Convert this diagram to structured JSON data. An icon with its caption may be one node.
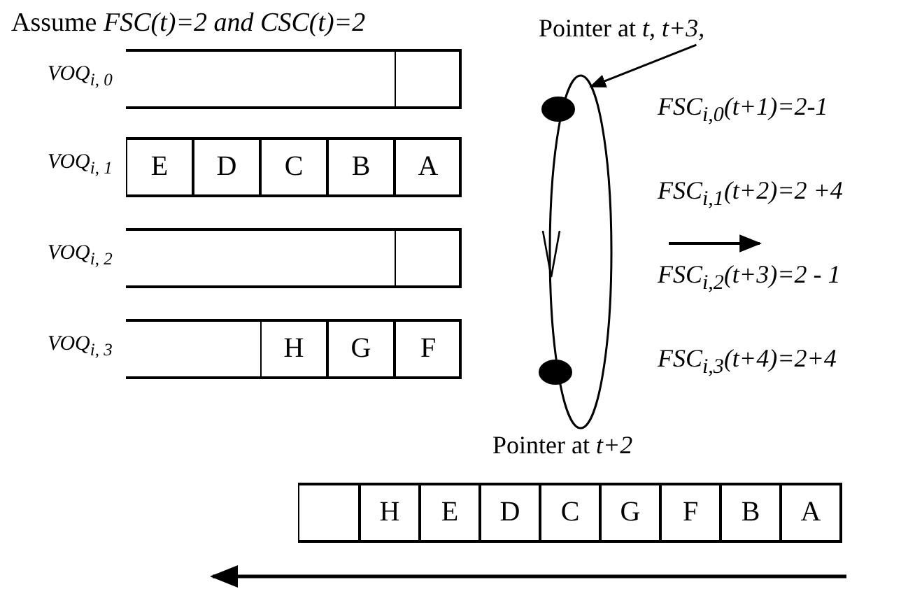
{
  "diagram": {
    "title": "Assume *FSC(t)=2 and CSC(t)=2*",
    "nodes": [
      {
        "text": [
          "Pointer at *t, t+3,*"
        ]
      },
      {
        "text": [],
        "shape": "ellipse"
      },
      {
        "text": [],
        "shape": "bar",
        "beside": [
          "VOQ$_{i, 0}$"
        ]
      },
      {
        "text": [],
        "shape": "box",
        "in": 2
      },
      {
        "text": [],
        "shape": "bar",
        "beside": [
          "VOQ$_{i, 1}$"
        ]
      },
      {
        "text": [
          "E"
        ],
        "in": 4
      },
      {
        "text": [
          "D"
        ],
        "in": 4
      },
      {
        "text": [
          "C"
        ],
        "in": 4
      },
      {
        "text": [
          "B"
        ],
        "in": 4
      },
      {
        "text": [
          "A"
        ],
        "in": 4
      },
      {
        "text": [],
        "shape": "bar",
        "beside": [
          "VOQ$_{i, 2}$"
        ]
      },
      {
        "text": [],
        "shape": "box",
        "in": 10
      },
      {
        "text": [],
        "shape": "bar",
        "beside": [
          "VOQ$_{i, 3}$"
        ]
      },
      {
        "text": [
          "H"
        ],
        "in": 12
      },
      {
        "text": [
          "G"
        ],
        "in": 12
      },
      {
        "text": [
          "F"
        ],
        "in": 12
      },
      {
        "text": [],
        "shape": "bar"
      },
      {
        "text": [],
        "shape": "box",
        "in": 16
      },
      {
        "text": [
          "H"
        ],
        "in": 16
      },
      {
        "text": [
          "E"
        ],
        "in": 16
      },
      {
        "text": [
          "D"
        ],
        "in": 16
      },
      {
        "text": [
          "C"
        ],
        "in": 16
      },
      {
        "text": [
          "G"
        ],
        "in": 16
      },
      {
        "text": [
          "F"
        ],
        "in": 16
      },
      {
        "text": [
          "B"
        ],
        "in": 16
      },
      {
        "text": [
          "A"
        ],
        "in": 16
      }
    ],
    "edges": [
      {
        "from": 0,
        "to": 1,
        "arrow": "to"
      }
    ],
    "labels": [
      "FSC$_{i,0}$(t+1)=2-1",
      "FSC$_{i,1}$(t+2)=2 +4",
      "FSC$_{i,2}$(t+3)=2 - 1",
      "FSC$_{i,3}$(t+4)=2+4",
      "Pointer at *t+2*"
    ]
  }
}
